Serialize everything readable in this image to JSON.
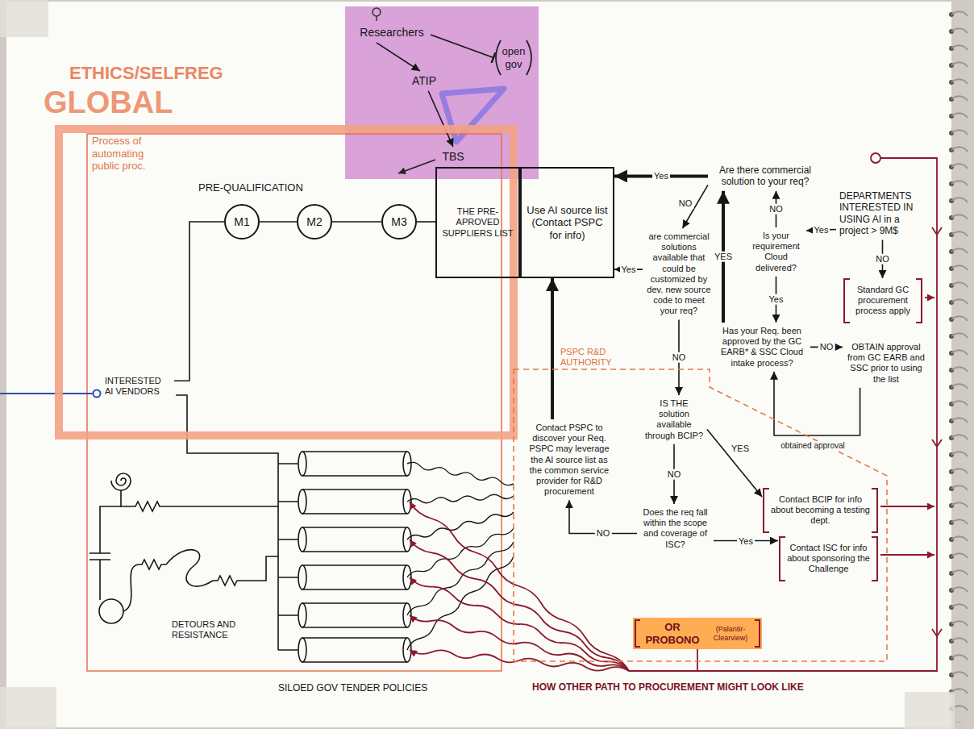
{
  "diagram": {
    "nodes": [
      {
        "text": [
          "Researchers"
        ]
      },
      {
        "text": [
          "open gov"
        ]
      },
      {
        "text": [
          "ATIP"
        ]
      },
      {
        "text": [
          "TBS"
        ]
      },
      {
        "text": [
          "Process of automating public proc."
        ]
      },
      {
        "text": [
          "M1"
        ],
        "in": 4
      },
      {
        "text": [
          "M2"
        ],
        "in": 4
      },
      {
        "text": [
          "M3"
        ],
        "in": 4
      },
      {
        "text": [
          "THE PRE-APROVED SUPPLIERS LIST"
        ],
        "in": 4
      },
      {
        "text": [
          "INTERESTED AI VENDORS"
        ]
      },
      {
        "text": [
          "Are there commercial solution to your req?"
        ]
      },
      {
        "text": [
          "DEPARTMENTS INTERESTED IN USING AI in a project > 9M$"
        ]
      },
      {
        "text": [
          "Use AI source list (Contact PSPC for info)"
        ]
      },
      {
        "text": [
          "are commercial solutions available that could be customized by dev. new source code to meet your req?"
        ]
      },
      {
        "text": [
          "Is your requirement Cloud delivered?"
        ]
      },
      {
        "text": [
          "Standard GC procurement process apply"
        ]
      },
      {
        "text": [
          "Has your Req. been approved by the GC EARB* & SSC Cloud intake process?"
        ]
      },
      {
        "text": [
          "OBTAIN approval from GC EARB and SSC prior to using the list"
        ]
      },
      {
        "text": [
          "PSPC R&D AUTHORITY"
        ]
      },
      {
        "text": [
          "Contact PSPC to discover your Req. PSPC may leverage the AI source list as the common service provider for R&D procurement"
        ],
        "in": 18
      },
      {
        "text": [
          "IS THE solution available through BCIP?"
        ],
        "in": 18
      },
      {
        "text": [
          "Contact BCIP for info about becoming a testing dept."
        ],
        "in": 18
      },
      {
        "text": [
          "Does the req fall within the scope and coverage of ISC?"
        ],
        "in": 18
      },
      {
        "text": [
          "Contact ISC for info about sponsoring the Challenge"
        ],
        "in": 18
      },
      {
        "text": [
          "OR PROBONO",
          "(Palantir-Clearview)"
        ],
        "in": 18
      }
    ],
    "edges": [
      {
        "from": 0,
        "to": 2,
        "arrow": "to"
      },
      {
        "from": 0,
        "to": 1,
        "arrow": "to"
      },
      {
        "from": 2,
        "to": 3,
        "arrow": "to"
      },
      {
        "from": 9,
        "to": 5,
        "arrow": "none"
      },
      {
        "from": 5,
        "to": 6,
        "arrow": "none"
      },
      {
        "from": 6,
        "to": 7,
        "arrow": "none"
      },
      {
        "from": 7,
        "to": 8,
        "arrow": "none"
      },
      {
        "from": 11,
        "to": 14,
        "label": "Yes",
        "arrow": "to"
      },
      {
        "from": 11,
        "to": 15,
        "label": "NO",
        "arrow": "to"
      },
      {
        "from": 14,
        "to": 16,
        "label": "Yes",
        "arrow": "to"
      },
      {
        "from": 14,
        "to": 10,
        "label": "NO",
        "arrow": "to"
      },
      {
        "from": 16,
        "to": 10,
        "label": "YES",
        "arrow": "to"
      },
      {
        "from": 16,
        "to": 17,
        "label": "NO",
        "arrow": "to"
      },
      {
        "from": 17,
        "to": 16,
        "label": "obtained approval",
        "arrow": "to"
      },
      {
        "from": 10,
        "to": 12,
        "label": "Yes",
        "arrow": "to"
      },
      {
        "from": 10,
        "to": 13,
        "label": "NO",
        "arrow": "to"
      },
      {
        "from": 13,
        "to": 12,
        "label": "Yes",
        "arrow": "to"
      },
      {
        "from": 13,
        "to": 20,
        "label": "NO",
        "arrow": "to"
      },
      {
        "from": 20,
        "to": 21,
        "label": "YES",
        "arrow": "to"
      },
      {
        "from": 20,
        "to": 22,
        "label": "NO",
        "arrow": "to"
      },
      {
        "from": 22,
        "to": 23,
        "label": "Yes",
        "arrow": "to"
      },
      {
        "from": 22,
        "to": 19,
        "label": "NO",
        "arrow": "to"
      },
      {
        "from": 19,
        "to": 12,
        "arrow": "to"
      }
    ],
    "labels": [
      "ETHICS/SELFREG",
      "GLOBAL",
      "PRE-QUALIFICATION",
      "DETOURS AND RESISTANCE",
      "SILOED GOV TENDER POLICIES",
      "HOW OTHER PATH TO PROCUREMENT MIGHT LOOK LIKE"
    ]
  }
}
